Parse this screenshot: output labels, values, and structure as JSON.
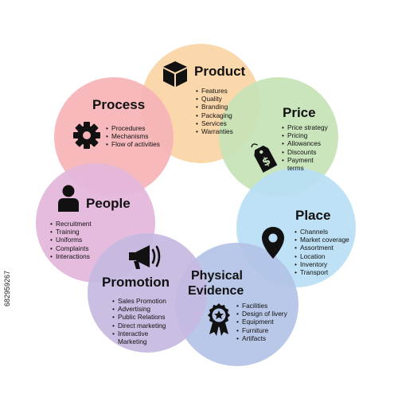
{
  "segments": {
    "product": {
      "title": "Product",
      "color": "#fbd5a5",
      "icon": "box-icon",
      "items": [
        "Features",
        "Quality",
        "Branding",
        "Packaging",
        "Services",
        "Warranties"
      ]
    },
    "price": {
      "title": "Price",
      "color": "#c5e3b6",
      "icon": "price-tag-icon",
      "items": [
        "Price strategy",
        "Pricing",
        "Allowances",
        "Discounts",
        "Payment terms"
      ]
    },
    "place": {
      "title": "Place",
      "color": "#b9def5",
      "icon": "location-pin-icon",
      "items": [
        "Channels",
        "Market coverage",
        "Assortment",
        "Location",
        "Inventory",
        "Transport"
      ]
    },
    "physical_evidence": {
      "title_line1": "Physical",
      "title_line2": "Evidence",
      "color": "#b3c3e6",
      "icon": "award-badge-icon",
      "items": [
        "Facilities",
        "Design of livery",
        "Equipment",
        "Furniture",
        "Artifacts"
      ]
    },
    "promotion": {
      "title": "Promotion",
      "color": "#c6b8e0",
      "icon": "megaphone-icon",
      "items": [
        "Sales Promotion",
        "Advertising",
        "Public Relations",
        "Direct marketing",
        "Interactive Marketing"
      ]
    },
    "people": {
      "title": "People",
      "color": "#e3b6da",
      "icon": "person-icon",
      "items": [
        "Recruitment",
        "Training",
        "Uniforms",
        "Complaints",
        "Interactions"
      ]
    },
    "process": {
      "title": "Process",
      "color": "#f6b3b6",
      "icon": "gear-icon",
      "items": [
        "Procedures",
        "Mechanisms",
        "Flow of activities"
      ]
    }
  },
  "watermark": "682959267"
}
